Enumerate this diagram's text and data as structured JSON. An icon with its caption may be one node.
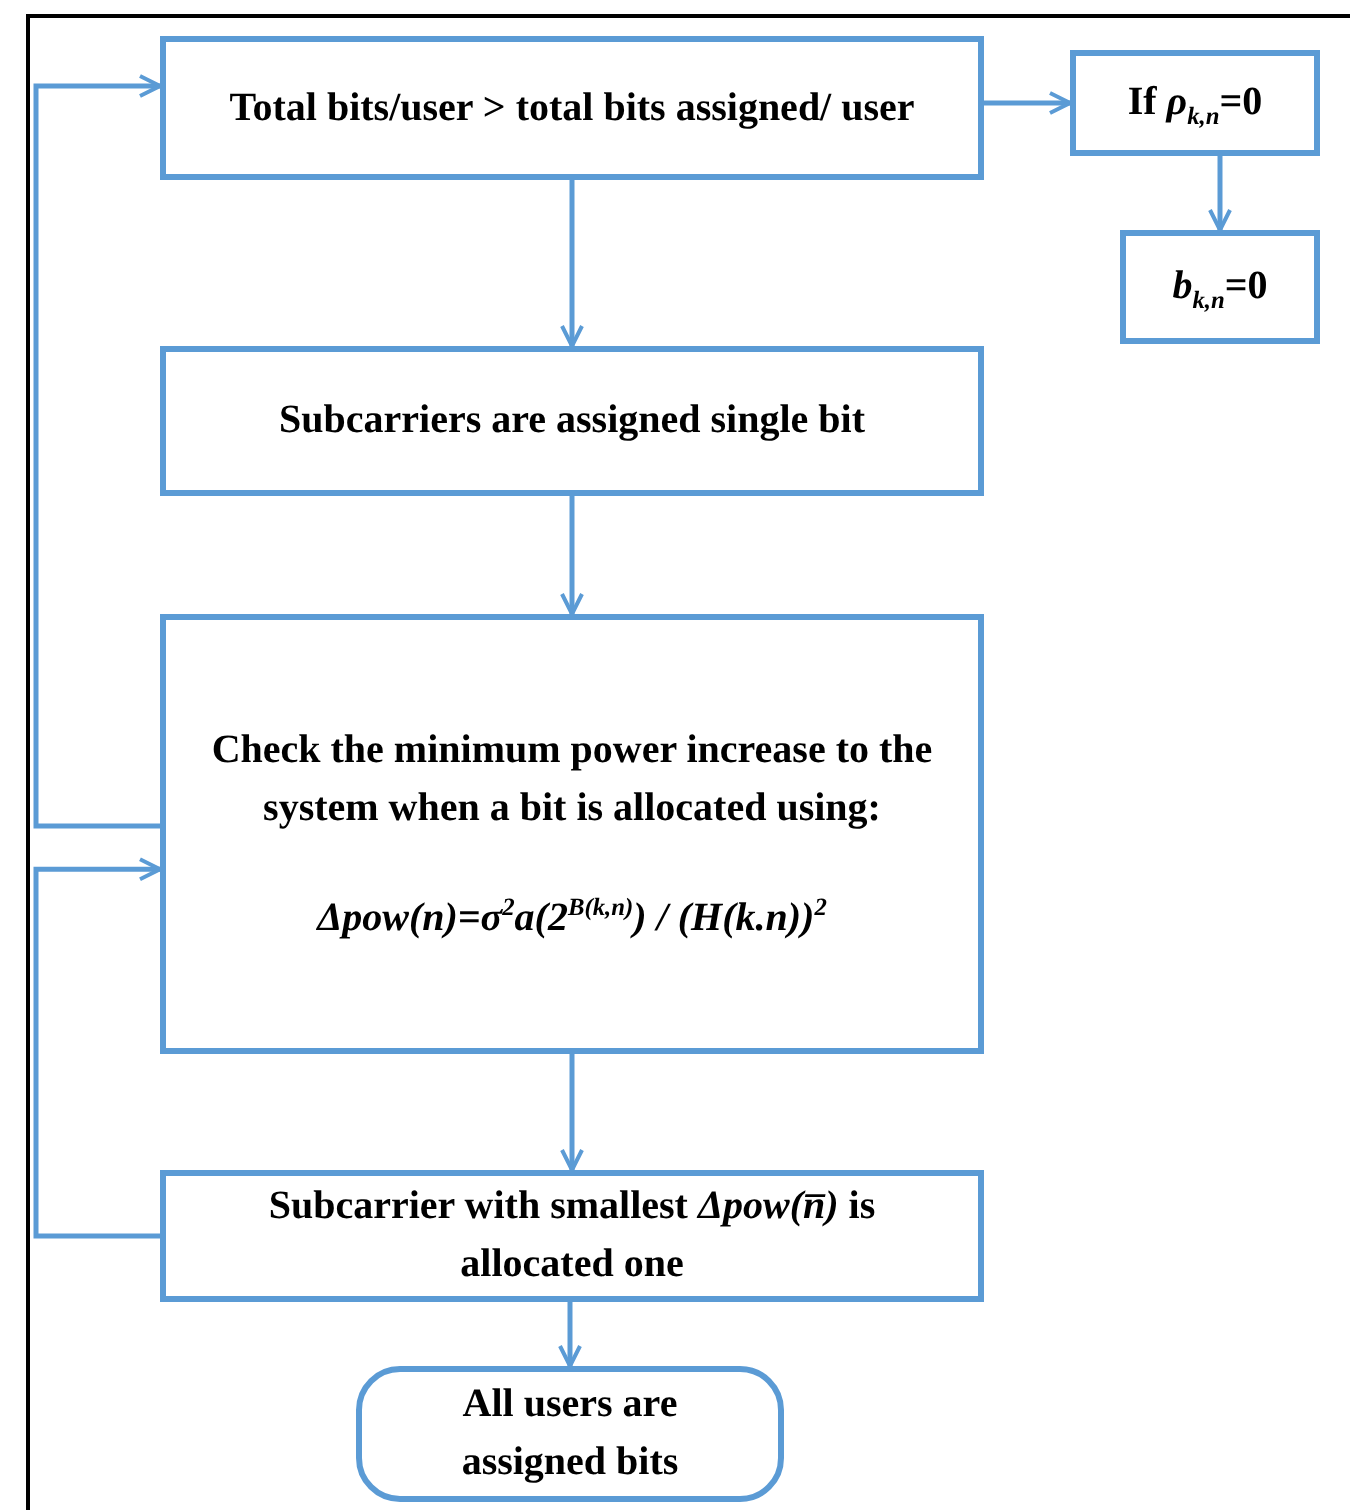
{
  "diagram": {
    "nodes": [
      {
        "text": [
          "Total bits/user > total bits assigned/ user"
        ]
      },
      {
        "text": [
          "If *ρ*$_{k,n}$=0"
        ]
      },
      {
        "text": [
          "*b*$_{k,n}$=0"
        ]
      },
      {
        "text": [
          "Subcarriers are assigned single bit"
        ]
      },
      {
        "text": [
          "Check the minimum power increase to the system when a bit is allocated using:",
          "Δpow(n)=σ$^{2}$a(2$^{B(k,n)}$) / (H(k.n))$^{2}$"
        ]
      },
      {
        "text": [
          "Subcarrier with smallest *Δpow(n̅)* is allocated one"
        ]
      },
      {
        "text": [
          "All users are assigned bits"
        ]
      }
    ],
    "edges": [
      {
        "from": 0,
        "to": 1,
        "arrow": "to"
      },
      {
        "from": 1,
        "to": 2,
        "arrow": "to"
      },
      {
        "from": 0,
        "to": 3,
        "arrow": "to"
      },
      {
        "from": 3,
        "to": 4,
        "arrow": "to"
      },
      {
        "from": 4,
        "to": 0,
        "arrow": "to"
      },
      {
        "from": 4,
        "to": 5,
        "arrow": "to"
      },
      {
        "from": 5,
        "to": 4,
        "arrow": "to"
      },
      {
        "from": 5,
        "to": 6,
        "arrow": "to"
      }
    ]
  }
}
